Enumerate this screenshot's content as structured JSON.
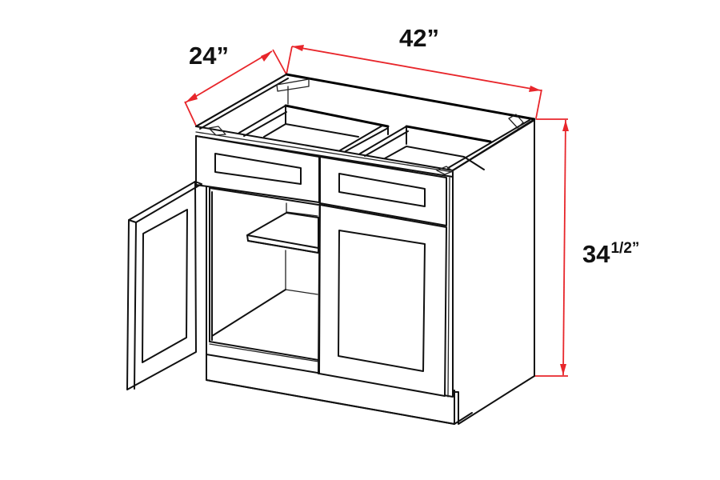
{
  "diagram": {
    "subject": "Double door base cabinet with two drawers",
    "line_color": "#111111",
    "dimension_color": "#e8262b",
    "background": "#ffffff"
  },
  "dimensions": {
    "depth": {
      "label": "24”",
      "axis": "depth"
    },
    "width": {
      "label": "42”",
      "axis": "width"
    },
    "height": {
      "value": "34",
      "fraction": "1/2”",
      "axis": "height"
    }
  },
  "components": {
    "drawers": [
      "left-drawer",
      "right-drawer"
    ],
    "doors": [
      "left-door-open",
      "right-door-closed"
    ],
    "shelf": "adjustable-shelf",
    "toe_kick": "toe-kick"
  }
}
